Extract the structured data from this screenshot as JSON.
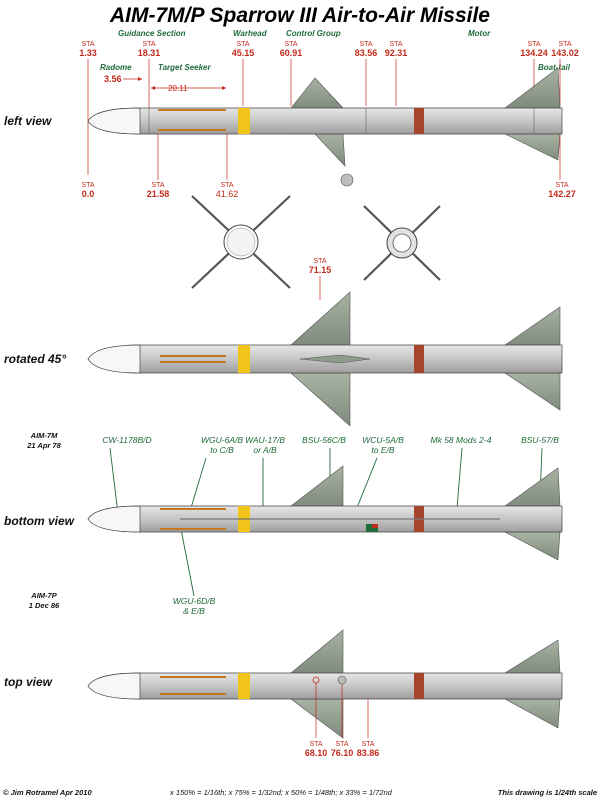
{
  "title": "AIM-7M/P Sparrow III Air-to-Air Missile",
  "section_labels": {
    "guidance_section": "Guidance Section",
    "radome": "Radome",
    "target_seeker": "Target Seeker",
    "warhead": "Warhead",
    "control_group": "Control Group",
    "motor": "Motor",
    "boattail": "Boat-tail"
  },
  "sta_label": "STA",
  "stations": {
    "s1_33": "1.33",
    "s18_31": "18.31",
    "s45_15": "45.15",
    "s60_91": "60.91",
    "s83_56": "83.56",
    "s92_31": "92.31",
    "s134_24": "134.24",
    "s143_02": "143.02",
    "s0_0": "0.0",
    "s21_58": "21.58",
    "s41_62": "41.62",
    "s142_27": "142.27",
    "s71_15": "71.15",
    "s68_10": "68.10",
    "s76_10": "76.10",
    "s83_86": "83.86"
  },
  "dimensions": {
    "radome_len": "3.56",
    "seeker_len": "20.11"
  },
  "views": {
    "left": "left view",
    "rotated": "rotated 45°",
    "bottom": "bottom view",
    "top": "top view"
  },
  "variants": {
    "aim7m_name": "AIM-7M",
    "aim7m_date": "21 Apr 78",
    "aim7p_name": "AIM-7P",
    "aim7p_date": "1 Dec 86"
  },
  "part_numbers": {
    "cw": "CW-1178B/D",
    "wgu6a_l1": "WGU-6A/B",
    "wgu6a_l2": "to C/B",
    "wau17_l1": "WAU-17/B",
    "wau17_l2": "or A/B",
    "bsu56": "BSU-56C/B",
    "wcu5a_l1": "WCU-5A/B",
    "wcu5a_l2": "to E/B",
    "mk58": "Mk 58 Mods 2-4",
    "bsu57": "BSU-57/B",
    "wgu6d_l1": "WGU-6D/B",
    "wgu6d_l2": "& E/B"
  },
  "footer": {
    "credit": "© Jim Rotramel Apr 2010",
    "scales": "x 150% = 1/16th;  x 75% = 1/32nd;  x 50% = 1/48th;  x 33% = 1/72nd",
    "scale_note": "This drawing is 1/24th scale"
  },
  "colors": {
    "body": "#c9c9c9",
    "fin": "#8f9b8c",
    "warhead_band": "#f0c419",
    "motor_band": "#a5452b",
    "seeker_strip": "#c4771e",
    "station_red": "#c42a1c",
    "label_green": "#1f6b3a"
  }
}
